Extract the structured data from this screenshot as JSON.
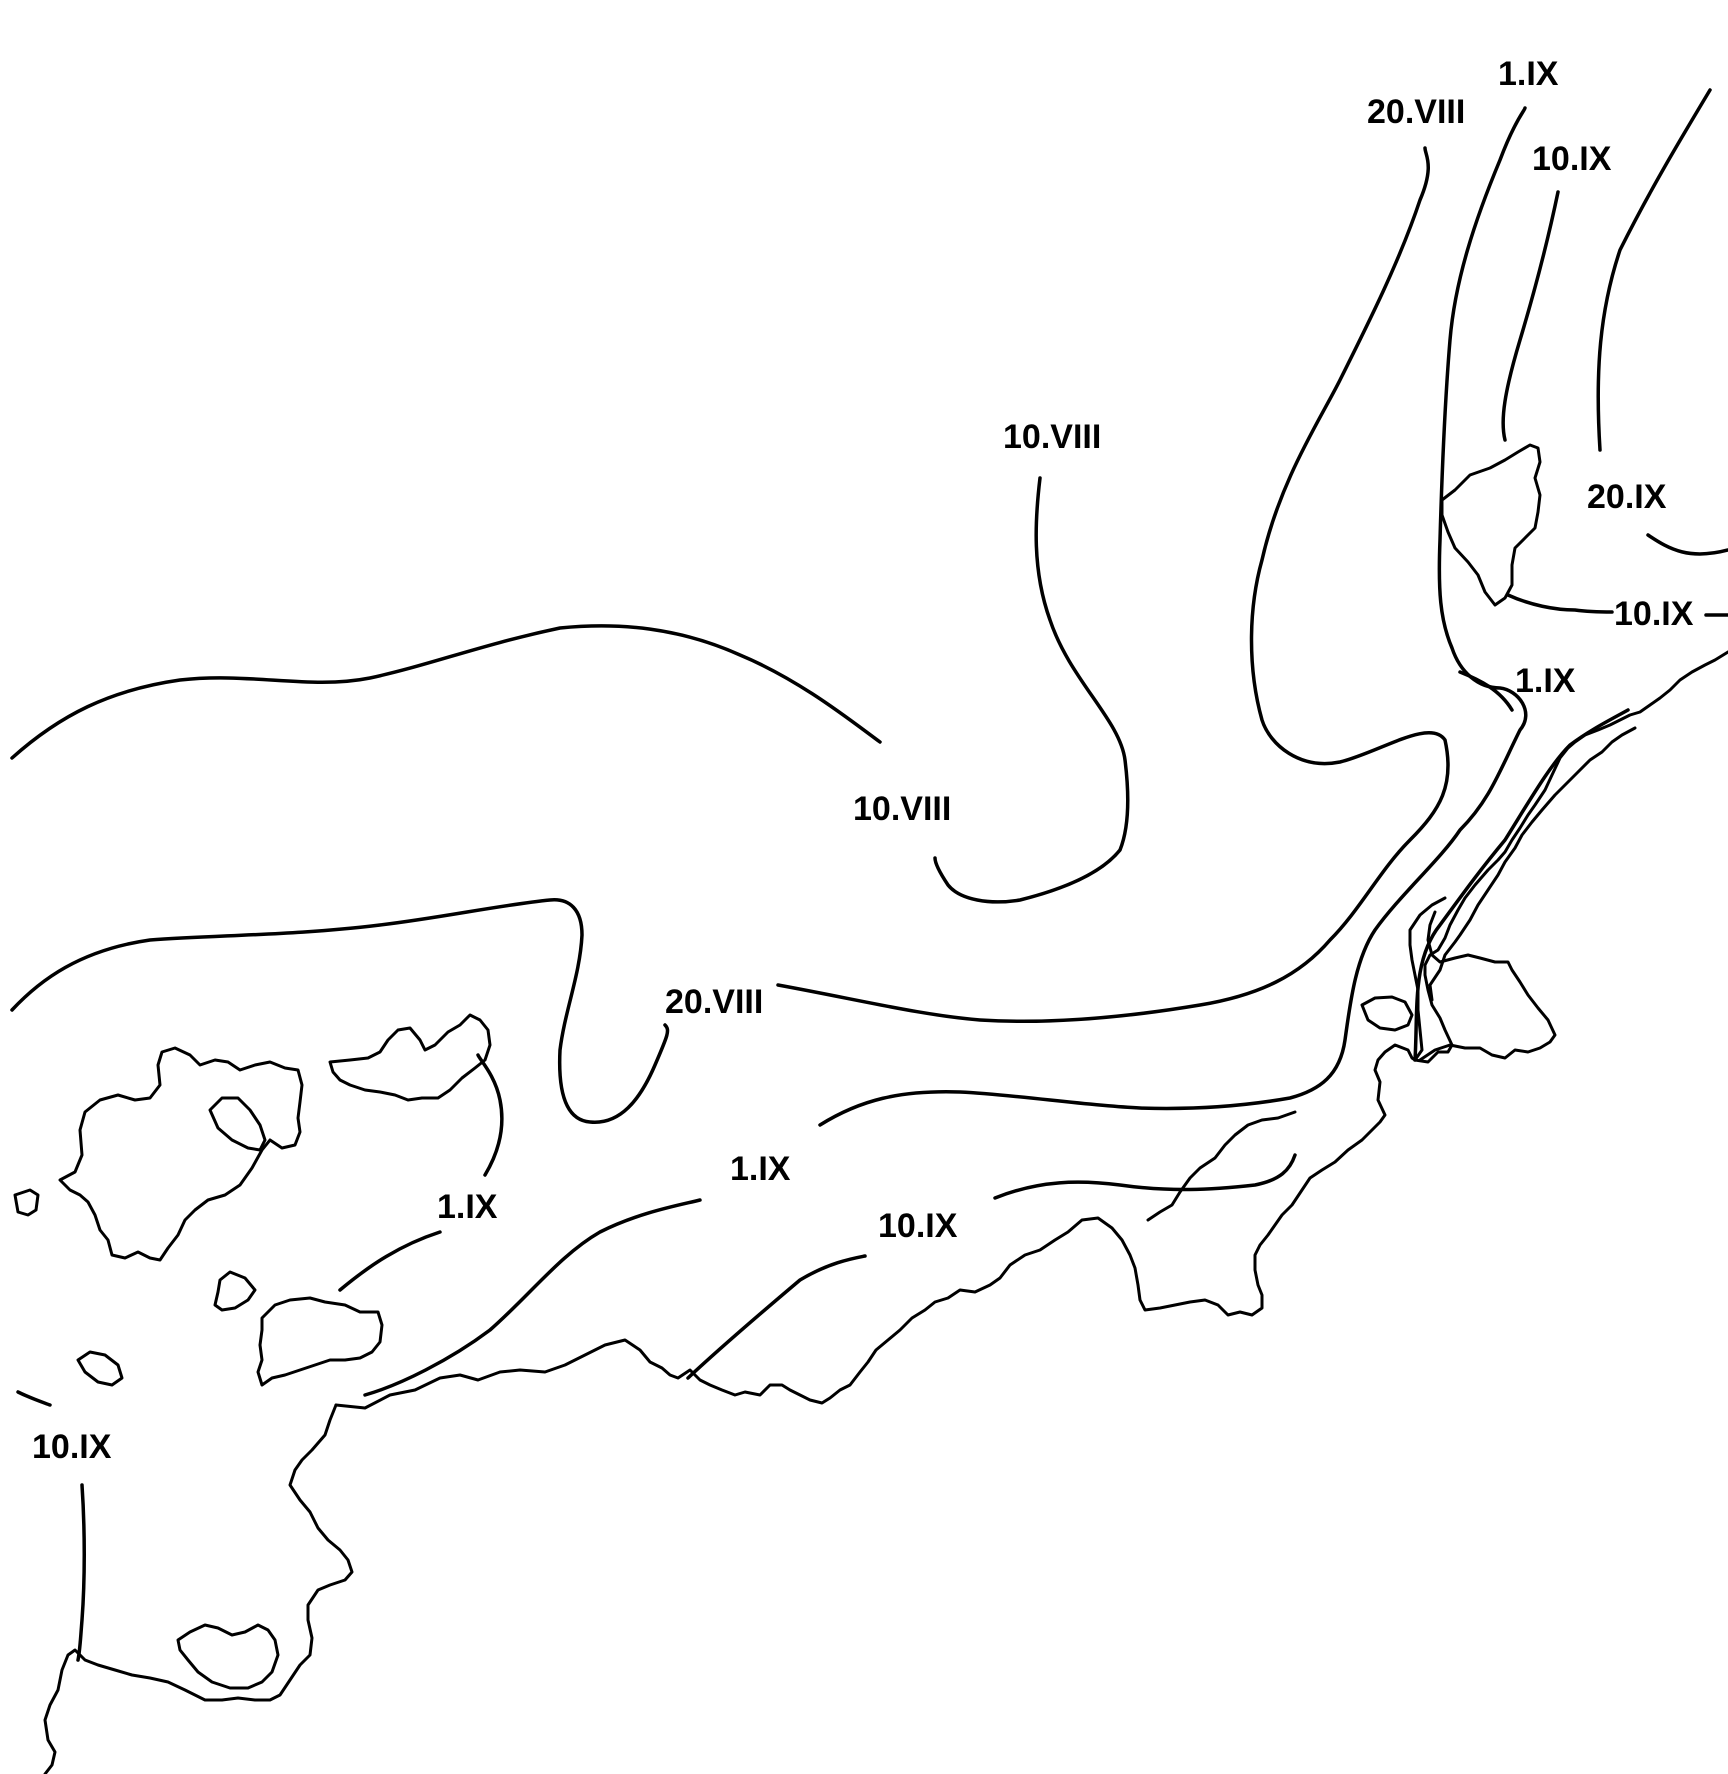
{
  "map": {
    "colors": {
      "line": "#000000",
      "background": "#ffffff"
    },
    "isoline_labels": [
      "1.IX",
      "20.VIII",
      "10.IX",
      "10.VIII",
      "20.IX",
      "10.IX",
      "1.IX",
      "10.VIII",
      "20.VIII",
      "1.IX",
      "1.IX",
      "10.IX",
      "10.IX"
    ]
  }
}
